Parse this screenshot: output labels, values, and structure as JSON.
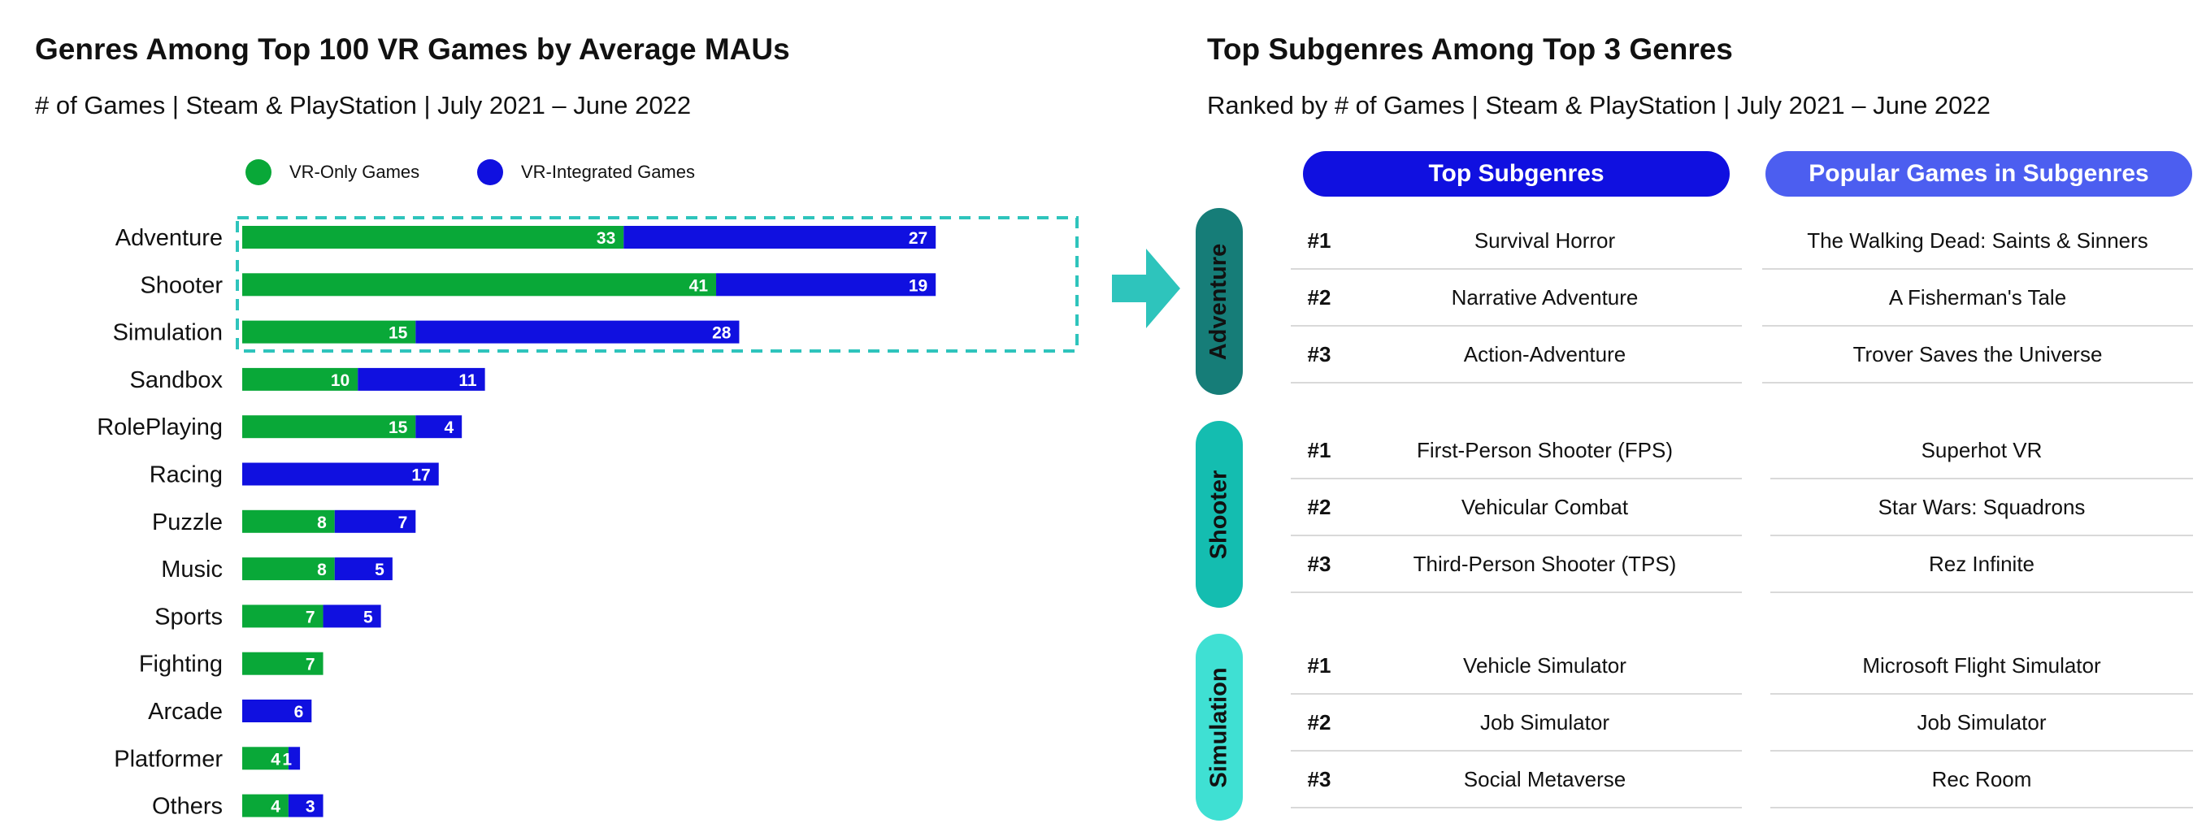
{
  "left_panel": {
    "title": "Genres Among Top 100 VR Games by Average MAUs",
    "subtitle": "# of Games | Steam & PlayStation | July 2021 – June 2022"
  },
  "right_panel": {
    "title": "Top Subgenres Among Top 3 Genres",
    "subtitle": "Ranked by # of Games | Steam & PlayStation | July 2021 – June 2022",
    "header_subgenres": "Top Subgenres",
    "header_games": "Popular Games in Subgenres",
    "groups": [
      {
        "genre": "Adventure",
        "color": "#167d78",
        "rows": [
          {
            "rank": "#1",
            "subgenre": "Survival Horror",
            "game": "The Walking Dead: Saints & Sinners"
          },
          {
            "rank": "#2",
            "subgenre": "Narrative Adventure",
            "game": "A Fisherman's Tale"
          },
          {
            "rank": "#3",
            "subgenre": "Action-Adventure",
            "game": "Trover Saves the Universe"
          }
        ]
      },
      {
        "genre": "Shooter",
        "color": "#14bdb0",
        "rows": [
          {
            "rank": "#1",
            "subgenre": "First-Person Shooter (FPS)",
            "game": "Superhot VR"
          },
          {
            "rank": "#2",
            "subgenre": "Vehicular Combat",
            "game": "Star Wars: Squadrons"
          },
          {
            "rank": "#3",
            "subgenre": "Third-Person Shooter (TPS)",
            "game": "Rez Infinite"
          }
        ]
      },
      {
        "genre": "Simulation",
        "color": "#3fe0d3",
        "rows": [
          {
            "rank": "#1",
            "subgenre": "Vehicle Simulator",
            "game": "Microsoft Flight Simulator"
          },
          {
            "rank": "#2",
            "subgenre": "Job Simulator",
            "game": "Job Simulator"
          },
          {
            "rank": "#3",
            "subgenre": "Social Metaverse",
            "game": "Rec Room"
          }
        ]
      }
    ]
  },
  "colors": {
    "vr_only": "#09a838",
    "vr_integrated": "#1010e0",
    "header_subgenres": "#1010e0",
    "header_games": "#4c5ef0",
    "highlight": "#2ec4bc"
  },
  "chart_data": {
    "type": "bar",
    "orientation": "horizontal",
    "stacked": true,
    "title": "Genres Among Top 100 VR Games by Average MAUs",
    "subtitle": "# of Games | Steam & PlayStation | July 2021 – June 2022",
    "categories": [
      "Adventure",
      "Shooter",
      "Simulation",
      "Sandbox",
      "RolePlaying",
      "Racing",
      "Puzzle",
      "Music",
      "Sports",
      "Fighting",
      "Arcade",
      "Platformer",
      "Others"
    ],
    "series": [
      {
        "name": "VR-Only Games",
        "values": [
          33,
          41,
          15,
          10,
          15,
          0,
          8,
          8,
          7,
          7,
          0,
          4,
          4
        ]
      },
      {
        "name": "VR-Integrated Games",
        "values": [
          27,
          19,
          28,
          11,
          4,
          17,
          7,
          5,
          5,
          0,
          6,
          1,
          3
        ]
      }
    ],
    "legend_position": "top",
    "grid": false,
    "xlim": [
      0,
      60
    ]
  }
}
